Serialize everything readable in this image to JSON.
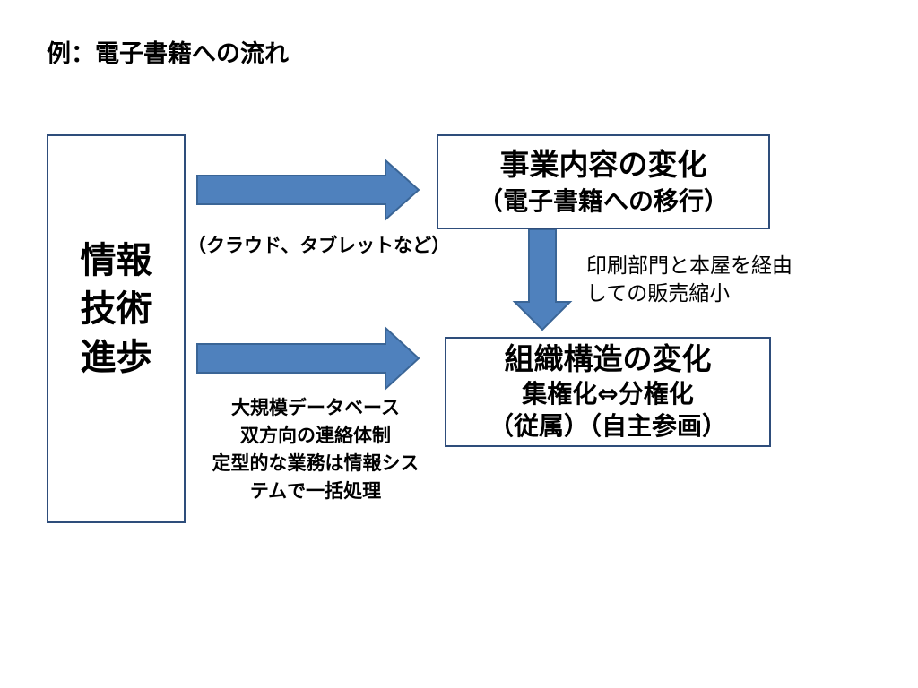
{
  "title": "例：電子書籍への流れ",
  "left_box": {
    "lines": [
      "情報",
      "技術",
      "進歩"
    ]
  },
  "top_box": {
    "line1": "事業内容の変化",
    "line2": "（電子書籍への移行）"
  },
  "bottom_box": {
    "line1": "組織構造の変化",
    "line2": "集権化⇔分権化",
    "line3": "（従属）（自主参画）"
  },
  "upper_arrow_note": "（クラウド、タブレットなど）",
  "lower_arrow_note": {
    "lines": [
      "大規模データベース",
      "双方向の連絡体制",
      "定型的な業務は情報シス",
      "テムで一括処理"
    ]
  },
  "down_arrow_note": {
    "lines": [
      "印刷部門と本屋を経由",
      "しての販売縮小"
    ]
  },
  "colors": {
    "arrow_fill": "#4f81bd",
    "arrow_stroke": "#3a6596",
    "box_border": "#2e4d7b"
  }
}
